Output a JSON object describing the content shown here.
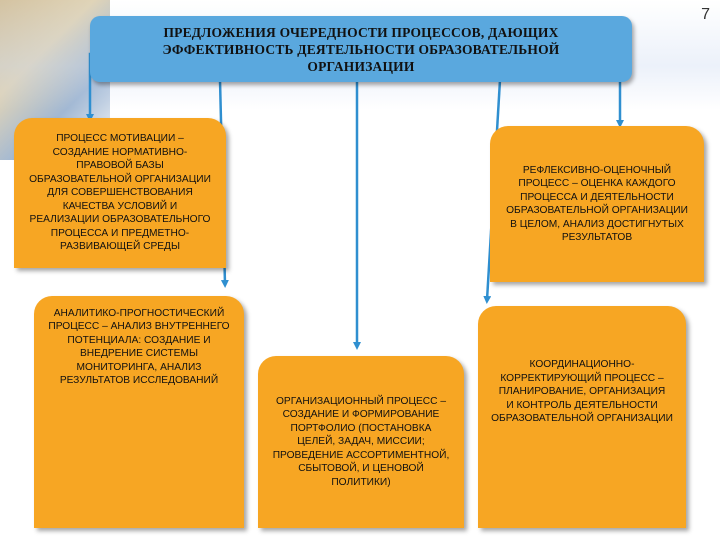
{
  "page_number": "7",
  "title": "ПРЕДЛОЖЕНИЯ ОЧЕРЕДНОСТИ ПРОЦЕССОВ, ДАЮЩИХ\nЭФФЕКТИВНОСТЬ ДЕЯТЕЛЬНОСТИ ОБРАЗОВАТЕЛЬНОЙ\nОРГАНИЗАЦИИ",
  "nodes": {
    "motivation": "ПРОЦЕСС МОТИВАЦИИ –\nСОЗДАНИЕ НОРМАТИВНО-\nПРАВОВОЙ БАЗЫ\nОБРАЗОВАТЕЛЬНОЙ ОРГАНИЗАЦИИ\nДЛЯ СОВЕРШЕНСТВОВАНИЯ\nКАЧЕСТВА УСЛОВИЙ И\nРЕАЛИЗАЦИИ ОБРАЗОВАТЕЛЬНОГО\nПРОЦЕССА И ПРЕДМЕТНО-\nРАЗВИВАЮЩЕЙ СРЕДЫ",
    "reflexive": "РЕФЛЕКСИВНО-ОЦЕНОЧНЫЙ\nПРОЦЕСС – ОЦЕНКА КАЖДОГО\nПРОЦЕССА И ДЕЯТЕЛЬНОСТИ\nОБРАЗОВАТЕЛЬНОЙ ОРГАНИЗАЦИИ\nВ ЦЕЛОМ, АНАЛИЗ ДОСТИГНУТЫХ\nРЕЗУЛЬТАТОВ",
    "analytic": "АНАЛИТИКО-ПРОГНОСТИЧЕСКИЙ\nПРОЦЕСС – АНАЛИЗ ВНУТРЕННЕГО\nПОТЕНЦИАЛА: СОЗДАНИЕ И\nВНЕДРЕНИЕ СИСТЕМЫ\nМОНИТОРИНГА, АНАЛИЗ\nРЕЗУЛЬТАТОВ ИССЛЕДОВАНИЙ",
    "organizational": "ОРГАНИЗАЦИОННЫЙ ПРОЦЕСС –\nСОЗДАНИЕ И ФОРМИРОВАНИЕ\nПОРТФОЛИО (ПОСТАНОВКА\nЦЕЛЕЙ, ЗАДАЧ, МИССИИ;\nПРОВЕДЕНИЕ АССОРТИМЕНТНОЙ,\nСБЫТОВОЙ, И ЦЕНОВОЙ\nПОЛИТИКИ)",
    "coordination": "КООРДИНАЦИОННО-\nКОРРЕКТИРУЮЩИЙ ПРОЦЕСС –\nПЛАНИРОВАНИЕ, ОРГАНИЗАЦИЯ\nИ КОНТРОЛЬ ДЕЯТЕЛЬНОСТИ\nОБРАЗОВАТЕЛЬНОЙ ОРГАНИЗАЦИИ"
  },
  "colors": {
    "title_fill": "#5aa8de",
    "node_fill": "#f7a623",
    "arrow": "#2f8fd0"
  }
}
